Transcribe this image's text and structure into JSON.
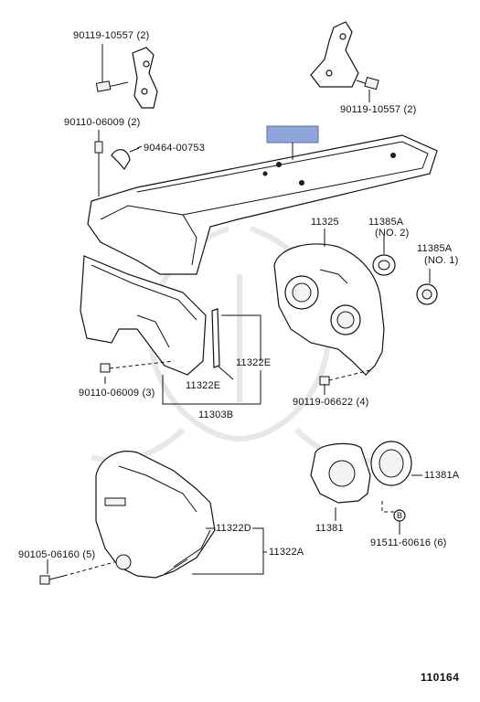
{
  "labels": {
    "bracket_bolt_top_left": "90119-10557 (2)",
    "bracket_bolt_top_right": "90119-10557 (2)",
    "cover_bolt": "90110-06009 (2)",
    "clip": "90464-00753",
    "rear_plate": "11325",
    "seal_no2": "11385A",
    "seal_no2_qual": "(NO. 2)",
    "seal_no1": "11385A",
    "seal_no1_qual": "(NO. 1)",
    "gasket_e_right": "11322E",
    "gasket_e_bottom": "11322E",
    "cover_no2_bolt": "90110-06009 (3)",
    "cover_no2": "11303B",
    "plate_bolt": "90119-06622 (4)",
    "oil_seal": "11381A",
    "retainer": "11381",
    "retainer_bolt": "91511-60616 (6)",
    "b_marker": "B",
    "gasket_d": "11322D",
    "gasket_a": "11322A",
    "lower_cover_bolt": "90105-06160 (5)",
    "figure_number": "110164"
  },
  "highlight_color": "#8fa4d8"
}
